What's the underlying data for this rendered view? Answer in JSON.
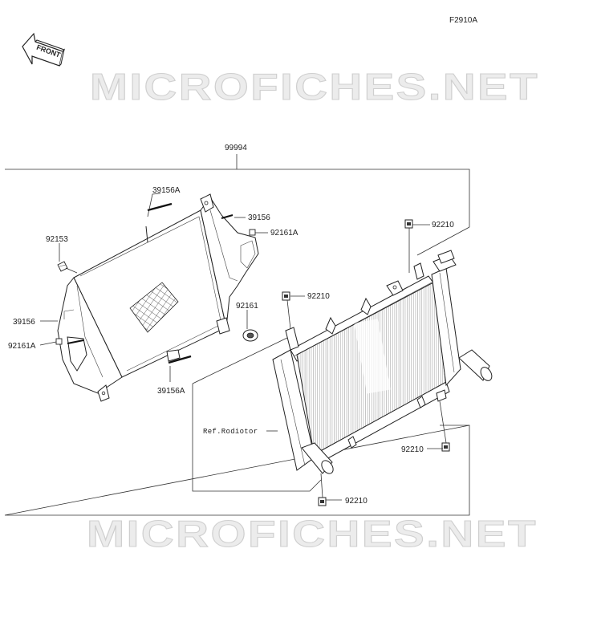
{
  "figure_code": "F2910A",
  "front_label": "FRONT",
  "watermark": "MICROFICHES.NET",
  "assembly_number": "99994",
  "reference_label": "Ref.Rodiotor",
  "callouts": {
    "c39156A_top": "39156A",
    "c39156_top": "39156",
    "c92161A_top": "92161A",
    "c92153": "92153",
    "c39156_left": "39156",
    "c92161A_left": "92161A",
    "c92161": "92161",
    "c39156A_bottom": "39156A",
    "c92210_topright": "92210",
    "c92210_mid": "92210",
    "c92210_right": "92210",
    "c92210_bottom": "92210"
  }
}
